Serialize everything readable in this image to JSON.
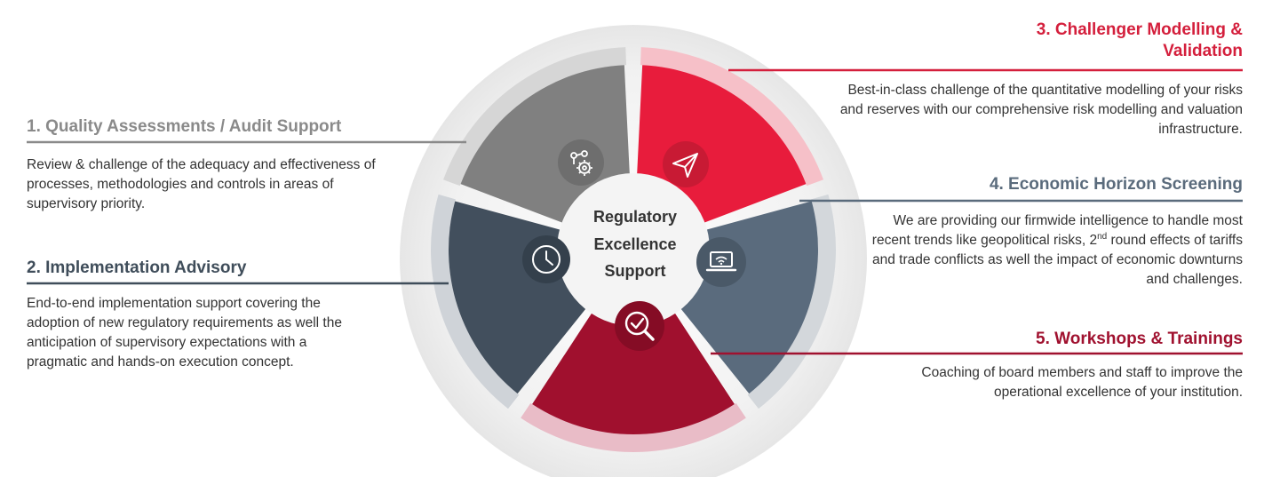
{
  "center": {
    "lines": [
      "Regulatory",
      "Excellence",
      "Support"
    ]
  },
  "segments": [
    {
      "title": "1. Quality Assessments / Audit Support",
      "description": "Review & challenge of the adequacy and effectiveness of processes, methodologies and controls in areas of supervisory priority.",
      "color": "#808080",
      "ring_color": "#d6d6d6",
      "icon": "process-gears-icon"
    },
    {
      "title": "2. Implementation Advisory",
      "description": "End-to-end implementation support covering the adoption of new regulatory requirements as well the anticipation of supervisory expectations with a pragmatic and hands-on execution concept.",
      "color": "#424f5d",
      "ring_color": "#cfd3d8",
      "icon": "clock-icon"
    },
    {
      "title": "3. Challenger Modelling & Validation",
      "description": "Best-in-class challenge of the quantitative modelling of your risks and reserves with our comprehensive risk modelling and valuation infrastructure.",
      "color": "#e81c3c",
      "ring_color": "#f6c0c8",
      "icon": "paper-plane-icon"
    },
    {
      "title": "4. Economic Horizon Screening",
      "description_before_sup": "We are providing our firmwide intelligence to handle most recent trends like geopolitical risks, 2",
      "description_sup": "nd",
      "description_after_sup": " round effects of tariffs and trade conflicts as well the impact of economic downturns and challenges.",
      "color": "#5a6b7d",
      "ring_color": "#d3d7db",
      "icon": "laptop-wifi-icon"
    },
    {
      "title": "5. Workshops & Trainings",
      "description": "Coaching of board members and staff to improve the operational excellence of your institution.",
      "color": "#a0102e",
      "ring_color": "#e9bcc7",
      "icon": "magnifier-check-icon"
    }
  ]
}
